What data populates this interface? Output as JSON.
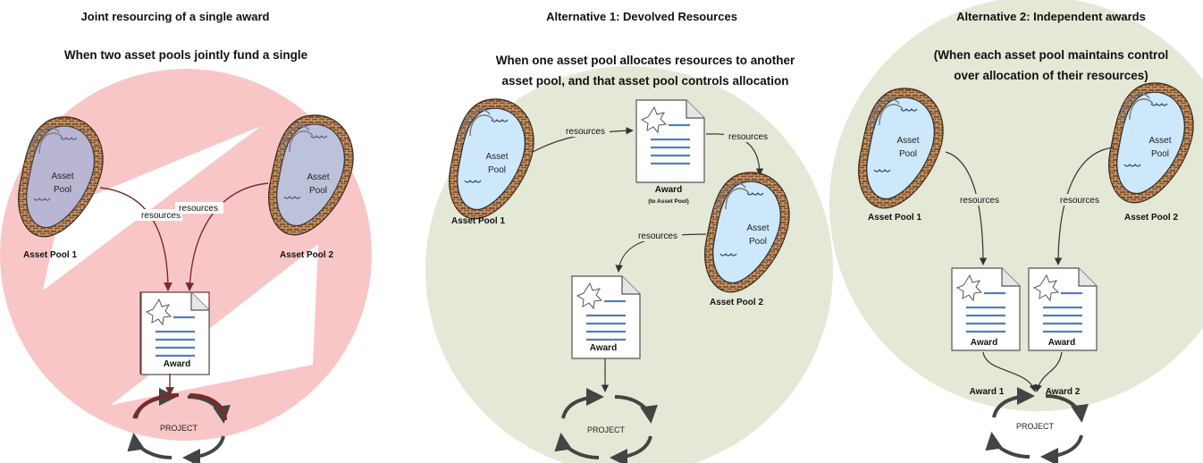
{
  "panel1": {
    "title": "Joint resourcing of a single award",
    "subtitle_line1": "When two asset pools jointly fund a single",
    "subtitle_line2": "award",
    "pool1_text_l1": "Asset",
    "pool1_text_l2": "Pool",
    "pool2_text_l1": "Asset",
    "pool2_text_l2": "Pool",
    "pool1_caption": "Asset Pool 1",
    "pool2_caption": "Asset Pool 2",
    "resources_1": "resources",
    "resources_2": "resources",
    "award_caption": "Award",
    "project": "PROJECT"
  },
  "panel2": {
    "title": "Alternative 1: Devolved Resources",
    "subtitle_line1": "When one asset pool allocates resources to another",
    "subtitle_line2": "asset pool, and that asset pool controls allocation",
    "pool1_text_l1": "Asset",
    "pool1_text_l2": "Pool",
    "pool2_text_l1": "Asset",
    "pool2_text_l2": "Pool",
    "pool1_caption": "Asset Pool 1",
    "pool2_caption": "Asset Pool 2",
    "resources_1": "resources",
    "resources_2": "resources",
    "resources_3": "resources",
    "award_top_caption": "Award",
    "award_top_sub": "(to Asset Pool)",
    "award_bottom_caption": "Award",
    "project": "PROJECT"
  },
  "panel3": {
    "title": "Alternative 2: Independent awards",
    "subtitle_line1": "(When each asset pool maintains control",
    "subtitle_line2": "over allocation of their resources)",
    "pool1_text_l1": "Asset",
    "pool1_text_l2": "Pool",
    "pool2_text_l1": "Asset",
    "pool2_text_l2": "Pool",
    "pool1_caption": "Asset Pool 1",
    "pool2_caption": "Asset Pool 2",
    "resources_1": "resources",
    "resources_2": "resources",
    "award1_caption": "Award",
    "award2_caption": "Award",
    "award1_label": "Award 1",
    "award2_label": "Award 2",
    "project": "PROJECT"
  },
  "colors": {
    "prohibition_fill": "#f9c6c8",
    "alt_circle_fill": "#e4e8d6",
    "pool_water": "#cde8fb",
    "pool_water_tinted": "#c9a8c4",
    "pool_brick": "#8a5226",
    "accent_blue": "#4f7fc0"
  }
}
